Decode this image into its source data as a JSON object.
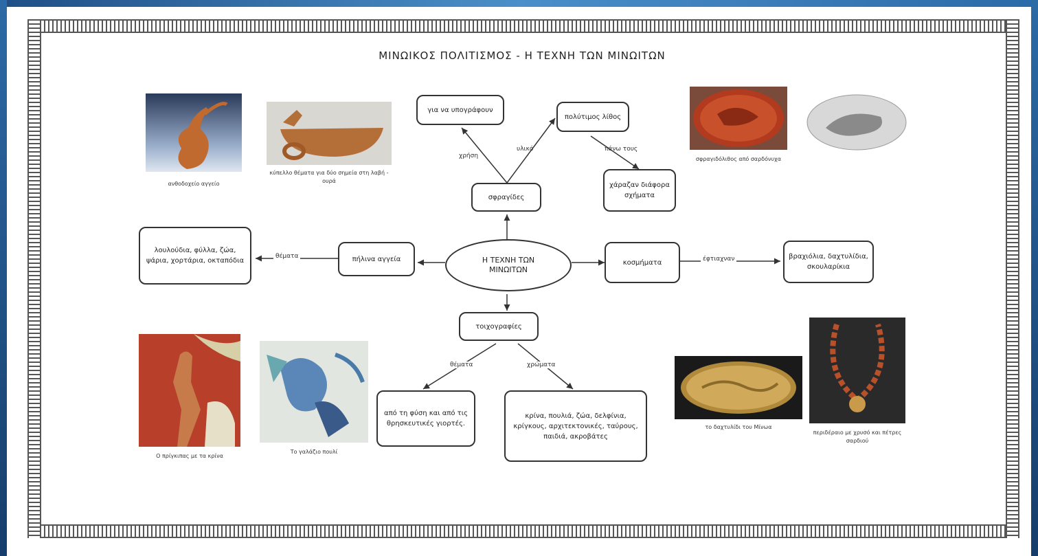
{
  "title": "ΜΙΝΩΙΚΟΣ ΠΟΛΙΤΙΣΜΟΣ - Η ΤΕΧΝΗ ΤΩΝ ΜΙΝΩΙΤΩΝ",
  "center_node": "Η ΤΕΧΝΗ ΤΩΝ ΜΙΝΩΙΤΩΝ",
  "nodes": {
    "seal": "σφραγίδες",
    "seal_use_box": "για να υπογράφουν",
    "seal_material_box": "πολύτιμος λίθος",
    "seal_depict_box": "χάραζαν διάφορα σχήματα",
    "vessels": "πήλινα αγγεία",
    "vessels_themes_box": "λουλούδια, φύλλα, ζώα, ψάρια, χορτάρια, οκταπόδια",
    "jewelry": "κοσμήματα",
    "jewelry_examples_box": "βραχιόλια, δαχτυλίδια, σκουλαρίκια",
    "frescoes": "τοιχογραφίες",
    "frescoes_themes_box": "από τη φύση και από τις θρησκευτικές γιορτές.",
    "frescoes_colors_box": "κρίνα, πουλιά, ζώα, δελφίνια, κρίγκους, αρχιτεκτονικές, ταύρους, παιδιά, ακροβάτες"
  },
  "edge_labels": {
    "use": "χρήση",
    "material": "υλικό",
    "on_them": "πάνω τους",
    "themes_left": "θέματα",
    "made": "έφτιαχναν",
    "themes_bottom": "θέματα",
    "colors": "χρώματα"
  },
  "captions": {
    "jug": "ανθοδοχείο αγγείο",
    "bowl": "κύπελλο θέματα για δύο σημεία στη λαβή - ουρά",
    "seal_disk": "σφραγιδόλιθος από σαρδόνυχα",
    "prince": "Ο πρίγκιπας με τα κρίνα",
    "blue_bird": "Το γαλάζιο πουλί",
    "ring": "το δαχτυλίδι του Μίνωα",
    "necklace": "περιδέραιο με χρυσό και πέτρες σαρδιού"
  },
  "colors": {
    "frame_blue": "#1f4f86",
    "stroke": "#333333"
  }
}
